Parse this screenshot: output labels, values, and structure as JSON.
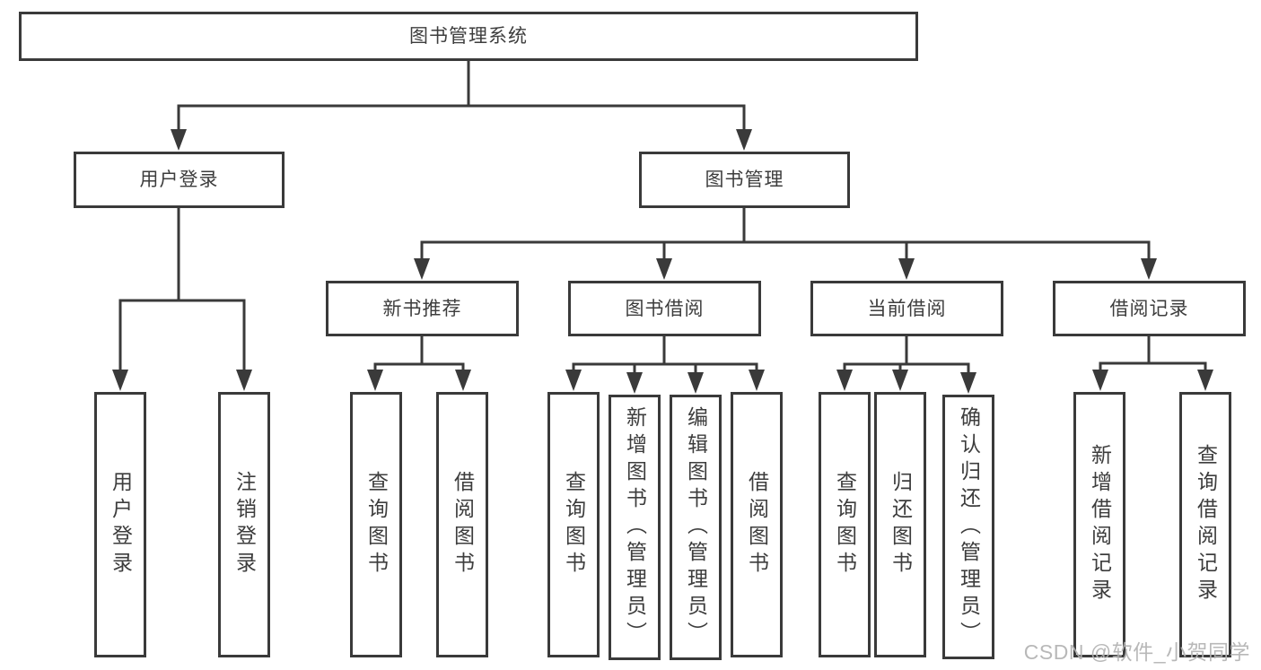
{
  "diagram": {
    "root": {
      "label": "图书管理系统"
    },
    "branches": [
      {
        "label": "用户登录",
        "children": [
          {
            "label": "用户登录"
          },
          {
            "label": "注销登录"
          }
        ]
      },
      {
        "label": "图书管理",
        "children": [
          {
            "label": "新书推荐",
            "children": [
              {
                "label": "查询图书"
              },
              {
                "label": "借阅图书"
              }
            ]
          },
          {
            "label": "图书借阅",
            "children": [
              {
                "label": "查询图书"
              },
              {
                "label": "新增图书（管理员）"
              },
              {
                "label": "编辑图书（管理员）"
              },
              {
                "label": "借阅图书"
              }
            ]
          },
          {
            "label": "当前借阅",
            "children": [
              {
                "label": "查询图书"
              },
              {
                "label": "归还图书"
              },
              {
                "label": "确认归还（管理员）"
              }
            ]
          },
          {
            "label": "借阅记录",
            "children": [
              {
                "label": "新增借阅记录"
              },
              {
                "label": "查询借阅记录"
              }
            ]
          }
        ]
      }
    ]
  },
  "watermark": {
    "text": "CSDN @软件_小贺同学"
  },
  "colors": {
    "line": "#3a3a3a",
    "text": "#3d3d3d",
    "bg": "#ffffff",
    "watermark": "#b3b3b3"
  }
}
